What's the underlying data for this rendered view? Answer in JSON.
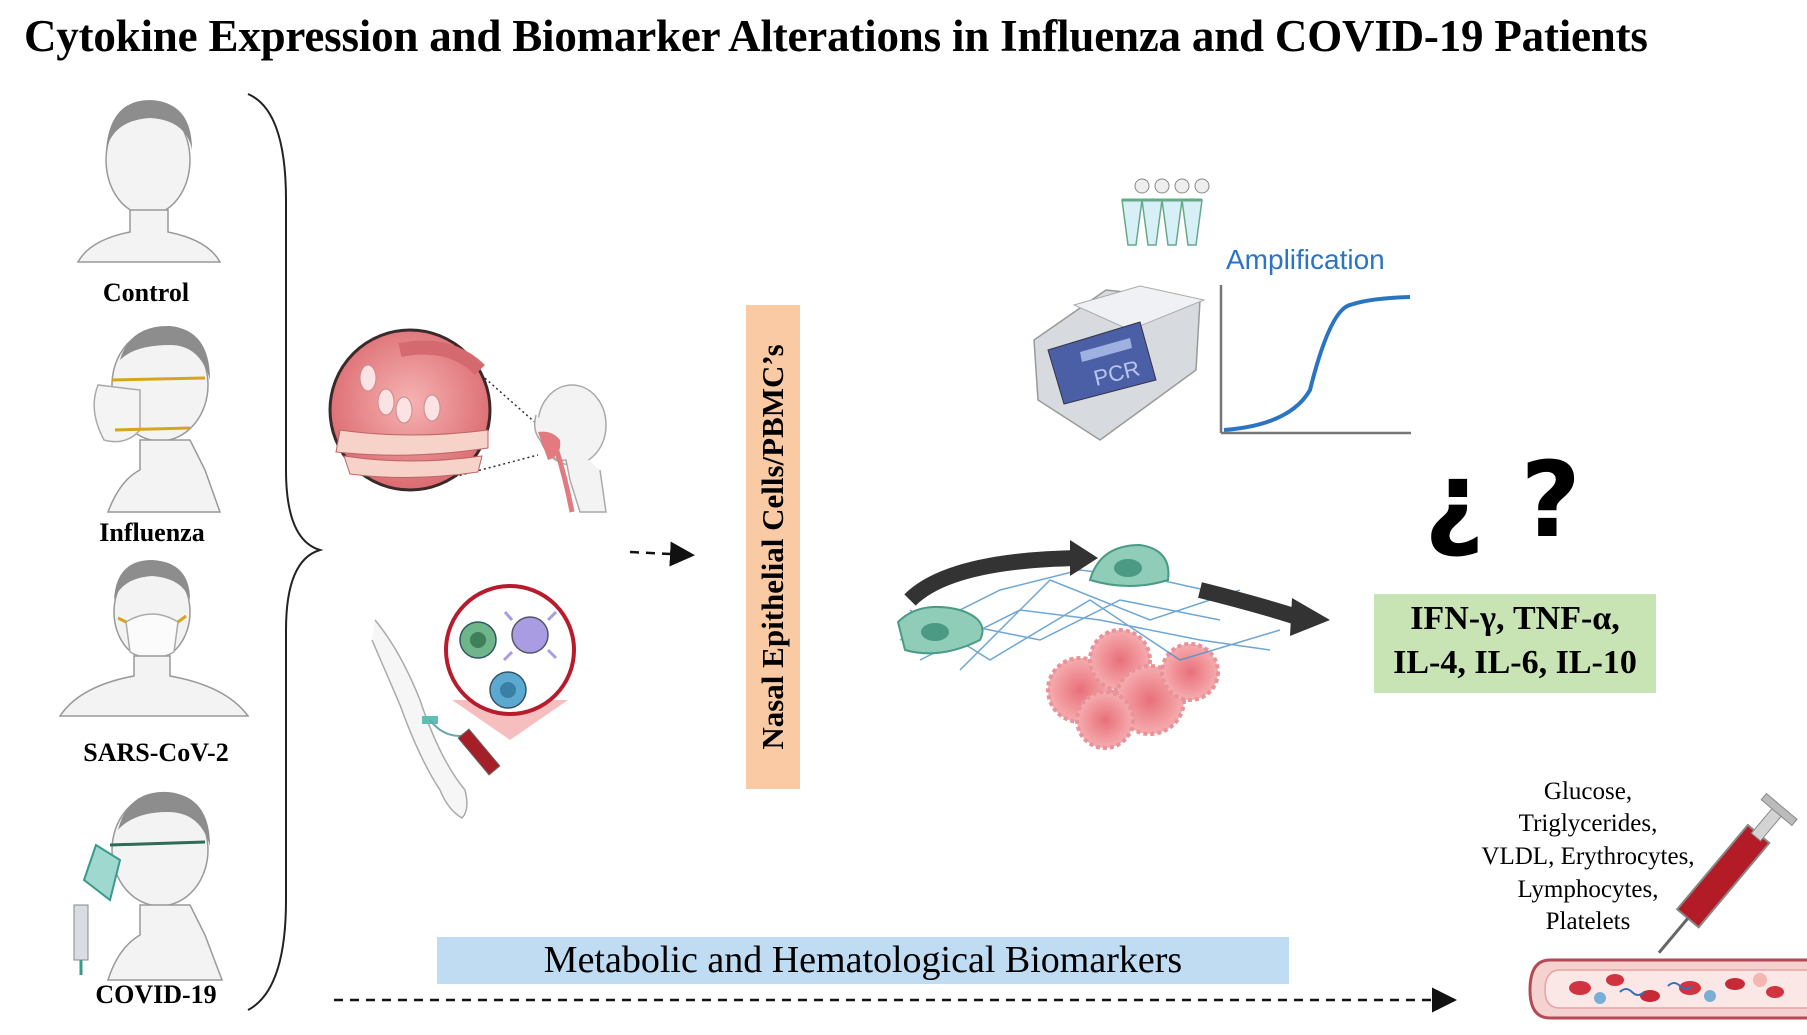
{
  "title": "Cytokine Expression and Biomarker Alterations in Influenza and COVID-19 Patients",
  "groups": {
    "control": "Control",
    "influenza": "Influenza",
    "sars": "SARS-CoV-2",
    "covid": "COVID-19"
  },
  "sample_box_label": "Nasal Epithelial Cells/PBMC’s",
  "pcr": {
    "device_label": "PCR",
    "amplification_label": "Amplification"
  },
  "question_marks": "¿ ?",
  "cytokines": {
    "line1": "IFN-γ, TNF-α,",
    "line2": "IL-4, IL-6, IL-10"
  },
  "metabolic_label": "Metabolic and Hematological Biomarkers",
  "biomarkers": [
    "Glucose,",
    "Triglycerides,",
    "VLDL, Erythrocytes,",
    "Lymphocytes,",
    "Platelets"
  ],
  "colors": {
    "sample_box": "#f9caa4",
    "cytokine_box": "#c9e4b4",
    "metabolic_box": "#bfdcf2",
    "amplification": "#2a74c4"
  }
}
